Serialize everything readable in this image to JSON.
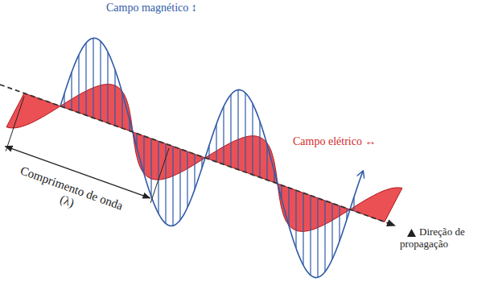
{
  "diagram": {
    "labels": [
      "Campo magnético ↕",
      "Campo elétrico ↔",
      "Comprimento de onda (λ)",
      "Direção de propagação"
    ]
  }
}
